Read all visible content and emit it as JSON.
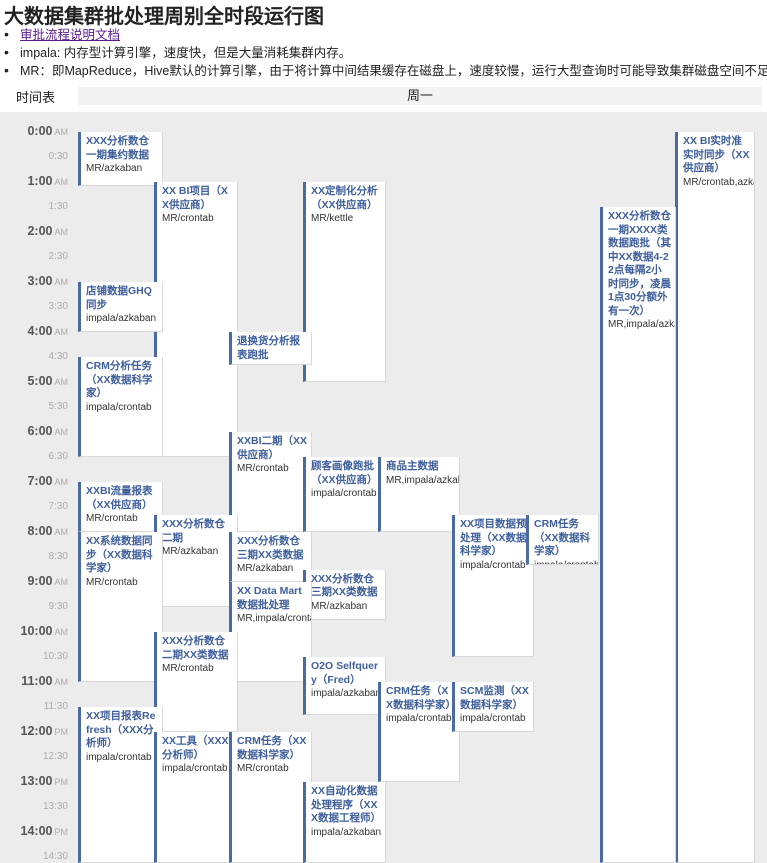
{
  "page": {
    "title": "大数据集群批处理周别全时段运行图",
    "bullets": [
      {
        "text": "审批流程说明文档",
        "link": true
      },
      {
        "text": "impala: 内存型计算引擎，速度快，但是大量消耗集群内存。",
        "link": false
      },
      {
        "text": "MR：即MapReduce，Hive默认的计算引擎，由于将计算中间结果缓存在磁盘上，速度较慢，运行大型查询时可能导致集群磁盘空间不足。",
        "link": false
      }
    ]
  },
  "calendar": {
    "time_header": "时间表",
    "day_header": "周一",
    "hours": [
      {
        "label": "0:00",
        "ampm": "AM"
      },
      {
        "label": "1:00",
        "ampm": "AM"
      },
      {
        "label": "2:00",
        "ampm": "AM"
      },
      {
        "label": "3:00",
        "ampm": "AM"
      },
      {
        "label": "4:00",
        "ampm": "AM"
      },
      {
        "label": "5:00",
        "ampm": "AM"
      },
      {
        "label": "6:00",
        "ampm": "AM"
      },
      {
        "label": "7:00",
        "ampm": "AM"
      },
      {
        "label": "8:00",
        "ampm": "AM"
      },
      {
        "label": "9:00",
        "ampm": "AM"
      },
      {
        "label": "10:00",
        "ampm": "AM"
      },
      {
        "label": "11:00",
        "ampm": "AM"
      },
      {
        "label": "12:00",
        "ampm": "PM"
      },
      {
        "label": "13:00",
        "ampm": "PM"
      },
      {
        "label": "14:00",
        "ampm": "PM"
      }
    ],
    "half_hours": [
      "0:30",
      "1:30",
      "2:30",
      "3:30",
      "4:30",
      "5:30",
      "6:30",
      "7:30",
      "8:30",
      "9:30",
      "10:30",
      "11:30",
      "12:30",
      "13:30",
      "14:30"
    ],
    "events": [
      {
        "name": "XXX分析数仓一期集约数据",
        "meta": "MR/azkaban",
        "col": 0,
        "start": "0:00",
        "end": "1:05"
      },
      {
        "name": "XX BI项目（XX供应商）",
        "meta": "MR/crontab",
        "col": 1,
        "start": "1:00",
        "end": "6:30"
      },
      {
        "name": "XX定制化分析（XX供应商）",
        "meta": "MR/kettle",
        "col": 3,
        "start": "1:00",
        "end": "5:00"
      },
      {
        "name": "XX BI实时准实时同步（XX供应商）",
        "meta": "MR/crontab,azkaban",
        "col": 8,
        "start": "0:00",
        "end": "14:40"
      },
      {
        "name": "XXX分析数仓一期XXXX类数据跑批（其中XX数据4-22点每隔2小时同步，凌晨1点30分额外有一次）",
        "meta": "MR,impala/azkaban",
        "col": 7,
        "start": "1:30",
        "end": "14:40"
      },
      {
        "name": "店铺数据GHQ同步",
        "meta": "impala/azkaban",
        "col": 0,
        "start": "3:00",
        "end": "4:00"
      },
      {
        "name": "退换货分析报表跑批",
        "meta": "",
        "col": 2,
        "start": "4:00",
        "end": "4:40"
      },
      {
        "name": "CRM分析任务（XX数据科学家）",
        "meta": "impala/crontab",
        "col": 0,
        "start": "4:30",
        "end": "6:30"
      },
      {
        "name": "XXBI二期（XX供应商）",
        "meta": "MR/crontab",
        "col": 2,
        "start": "6:00",
        "end": "8:00"
      },
      {
        "name": "顾客画像跑批（XX供应商）",
        "meta": "impala/crontab",
        "col": 3,
        "start": "6:30",
        "end": "8:00"
      },
      {
        "name": "商品主数据",
        "meta": "MR,impala/azkaban",
        "col": 4,
        "start": "6:30",
        "end": "8:00"
      },
      {
        "name": "XXBI流量报表（XX供应商）",
        "meta": "MR/crontab",
        "col": 0,
        "start": "7:00",
        "end": "8:00"
      },
      {
        "name": "XXX分析数仓二期",
        "meta": "MR/azkaban",
        "col": 1,
        "start": "7:40",
        "end": "9:30"
      },
      {
        "name": "XX项目数据预处理（XX数据科学家）",
        "meta": "impala/crontab",
        "col": 5,
        "start": "7:40",
        "end": "10:30"
      },
      {
        "name": "CRM任务（XX数据科学家）",
        "meta": "impala/crontab",
        "col": 6,
        "start": "7:40",
        "end": "8:40"
      },
      {
        "name": "XX系统数据同步（XX数据科学家）",
        "meta": "MR/crontab",
        "col": 0,
        "start": "8:00",
        "end": "11:00"
      },
      {
        "name": "XXX分析数仓三期XX类数据",
        "meta": "MR/azkaban",
        "col": 2,
        "start": "8:00",
        "end": "9:00"
      },
      {
        "name": "XXX分析数仓三期XX类数据",
        "meta": "MR/azkaban",
        "col": 3,
        "start": "8:45",
        "end": "9:45"
      },
      {
        "name": "XX Data Mart数据批处理",
        "meta": "MR,impala/crontab",
        "col": 2,
        "start": "9:00",
        "end": "11:00"
      },
      {
        "name": "XXX分析数仓二期XX类数据",
        "meta": "MR/crontab",
        "col": 1,
        "start": "10:00",
        "end": "12:00"
      },
      {
        "name": "O2O Selfquery（Fred）",
        "meta": "impala/azkaban",
        "col": 3,
        "start": "10:30",
        "end": "11:40"
      },
      {
        "name": "CRM任务（XX数据科学家）",
        "meta": "impala/crontab",
        "col": 4,
        "start": "11:00",
        "end": "13:00"
      },
      {
        "name": "SCM监测（XX数据科学家）",
        "meta": "impala/crontab",
        "col": 5,
        "start": "11:00",
        "end": "12:00"
      },
      {
        "name": "XX项目报表Refresh（XXX分析师）",
        "meta": "impala/crontab",
        "col": 0,
        "start": "11:30",
        "end": "14:40"
      },
      {
        "name": "XX工具（XXX分析师）",
        "meta": "impala/crontab",
        "col": 1,
        "start": "12:00",
        "end": "14:40"
      },
      {
        "name": "CRM任务（XX数据科学家）",
        "meta": "MR/crontab",
        "col": 2,
        "start": "12:00",
        "end": "14:40"
      },
      {
        "name": "XX自动化数据处理程序（XXX数据工程师）",
        "meta": "impala/azkaban",
        "col": 3,
        "start": "13:00",
        "end": "14:40"
      }
    ]
  }
}
